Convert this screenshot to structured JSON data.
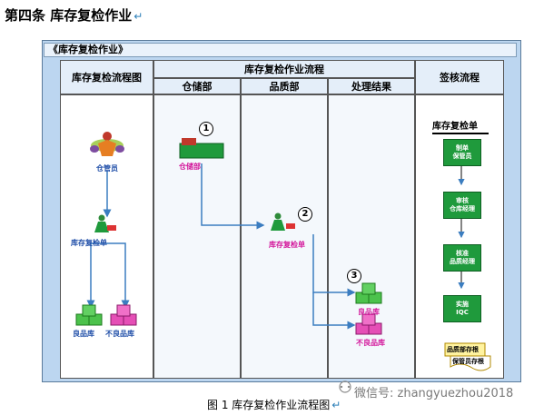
{
  "heading": "第四条  库存复检作业",
  "return_mark": "↵",
  "frame_title": "《库存复检作业》",
  "col_flowchart": "库存复检流程图",
  "col_process": "库存复检作业流程",
  "col_approval": "签核流程",
  "lane_warehouse": "仓储部",
  "lane_quality": "品质部",
  "lane_result": "处理结果",
  "left": {
    "custodian": "仓管员",
    "recheck": "库存复检单",
    "good": "良品库",
    "bad": "不良品库"
  },
  "process": {
    "warehouse": "仓储部",
    "recheck": "库存复检单",
    "good": "良品库",
    "bad": "不良品库",
    "num1": "1",
    "num2": "2",
    "num3": "3"
  },
  "approval": {
    "title": "库存复检单",
    "steps": [
      {
        "a": "制单",
        "b": "保管员"
      },
      {
        "a": "审核",
        "b": "仓库经理"
      },
      {
        "a": "核准",
        "b": "品质经理"
      },
      {
        "a": "实施",
        "b": "IQC"
      }
    ],
    "doc1": "品质部存根",
    "doc2": "保管员存根"
  },
  "caption": "图 1  库存复检作业流程图",
  "watermark": "微信号: zhangyuezhou2018",
  "colors": {
    "green": "#1f9a3c",
    "magenta": "#e03aa8",
    "blue": "#2c7fb8"
  }
}
